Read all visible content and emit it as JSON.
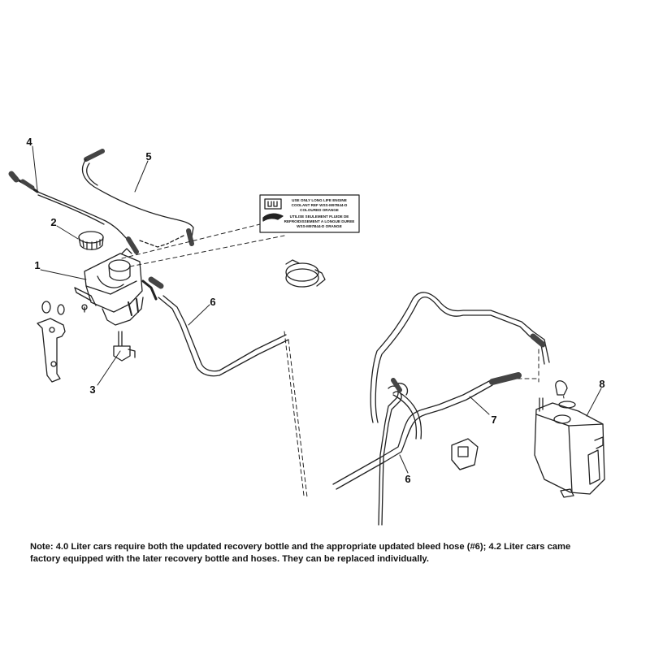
{
  "callouts": {
    "c1": "1",
    "c2": "2",
    "c3": "3",
    "c4": "4",
    "c5": "5",
    "c6a": "6",
    "c6b": "6",
    "c7": "7",
    "c8": "8"
  },
  "warning_label": {
    "line1": "USE ONLY LONG LIFE ENGINE",
    "line2": "COOLANT REF WSS-M97B44-D",
    "line3": "COLOURED ORANGE",
    "line4": "UTILISE SEULEMENT FLUIDE DE",
    "line5": "REFROIDISSEMENT A LONGUE DUREE",
    "line6": "WSS-M97B44-D ORANGE"
  },
  "note": {
    "line1": "Note: 4.0 Liter cars require both the updated recovery bottle and the appropriate updated bleed hose (#6); 4.2 Liter cars came",
    "line2": "factory equipped with the later recovery bottle and hoses. They can be replaced individually."
  }
}
